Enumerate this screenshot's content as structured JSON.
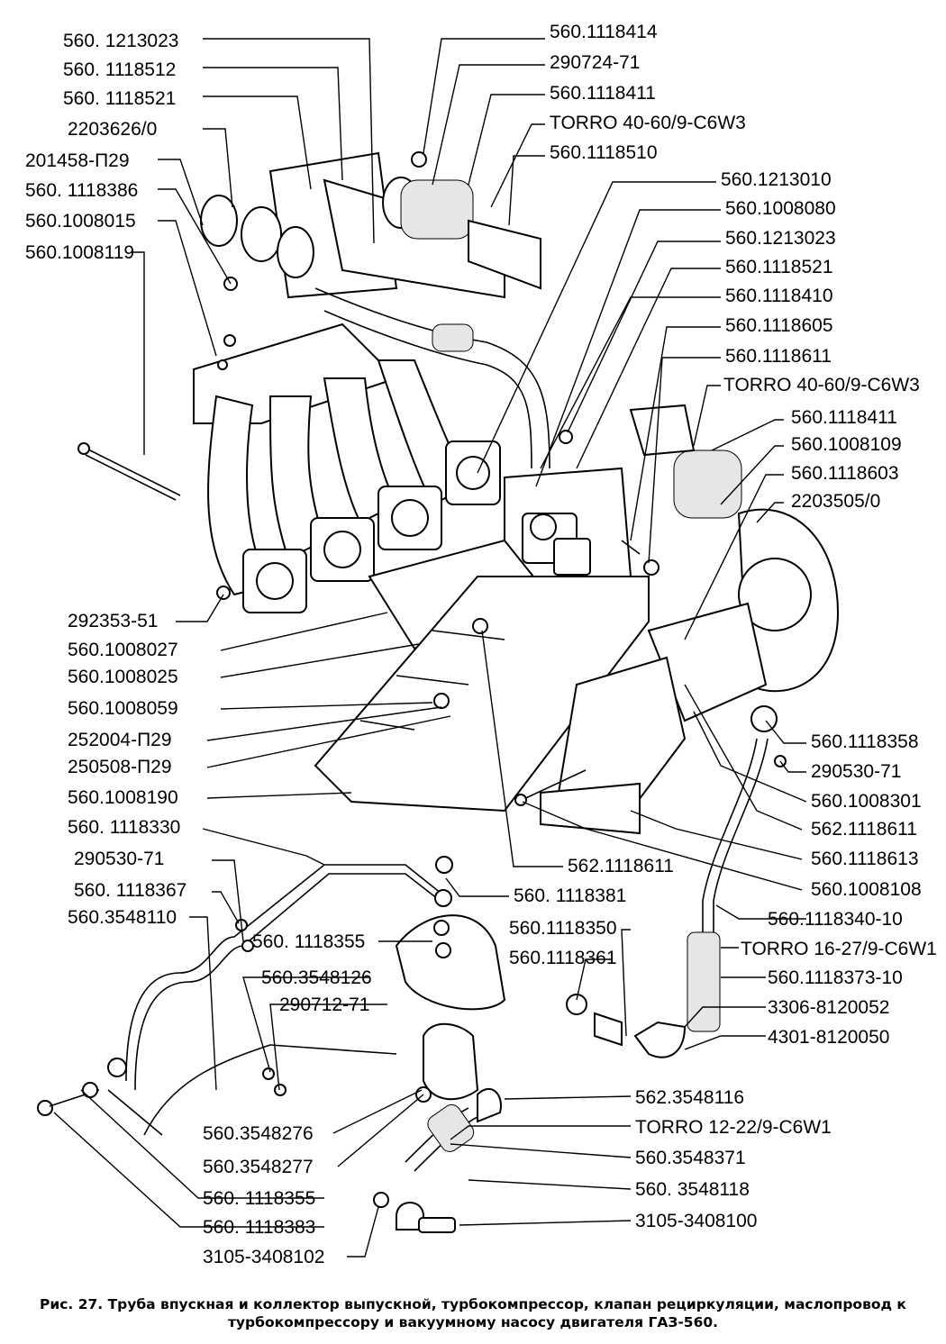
{
  "labels": [
    {
      "id": "l1",
      "text": "560. 1213023"
    },
    {
      "id": "l2",
      "text": "560. 1118512"
    },
    {
      "id": "l3",
      "text": "560. 1118521"
    },
    {
      "id": "l4",
      "text": "2203626/0"
    },
    {
      "id": "l5",
      "text": "201458-П29"
    },
    {
      "id": "l6",
      "text": "560. 1118386"
    },
    {
      "id": "l7",
      "text": "560.1008015"
    },
    {
      "id": "l8",
      "text": "560.1008119"
    },
    {
      "id": "r1",
      "text": "560.1118414"
    },
    {
      "id": "r2",
      "text": "290724-71"
    },
    {
      "id": "r3",
      "text": "560.1118411"
    },
    {
      "id": "r4",
      "text": "TORRO 40-60/9-C6W3"
    },
    {
      "id": "r5",
      "text": "560.1118510"
    },
    {
      "id": "r6",
      "text": "560.1213010"
    },
    {
      "id": "r7",
      "text": "560.1008080"
    },
    {
      "id": "r8",
      "text": "560.1213023"
    },
    {
      "id": "r9",
      "text": "560.1118521"
    },
    {
      "id": "r10",
      "text": "560.1118410"
    },
    {
      "id": "r11",
      "text": "560.1118605"
    },
    {
      "id": "r12",
      "text": "560.1118611"
    },
    {
      "id": "r13",
      "text": "TORRO 40-60/9-C6W3"
    },
    {
      "id": "r14",
      "text": "560.1118411"
    },
    {
      "id": "r15",
      "text": "560.1008109"
    },
    {
      "id": "r16",
      "text": "560.1118603"
    },
    {
      "id": "r17",
      "text": "2203505/0"
    },
    {
      "id": "m1",
      "text": "292353-51"
    },
    {
      "id": "m2",
      "text": "560.1008027"
    },
    {
      "id": "m3",
      "text": "560.1008025"
    },
    {
      "id": "m4",
      "text": "560.1008059"
    },
    {
      "id": "m5",
      "text": "252004-П29"
    },
    {
      "id": "m6",
      "text": "250508-П29"
    },
    {
      "id": "m7",
      "text": "560.1008190"
    },
    {
      "id": "m8",
      "text": "560.1118358"
    },
    {
      "id": "m9",
      "text": "290530-71"
    },
    {
      "id": "m10",
      "text": "560.1008301"
    },
    {
      "id": "m11",
      "text": "562.1118611"
    },
    {
      "id": "m12",
      "text": "560.1118613"
    },
    {
      "id": "m13",
      "text": "560.1008108"
    },
    {
      "id": "m14",
      "text": "562.1118611"
    },
    {
      "id": "b1",
      "text": "560. 1118330"
    },
    {
      "id": "b2",
      "text": "290530-71"
    },
    {
      "id": "b3",
      "text": "560. 1118367"
    },
    {
      "id": "b4",
      "text": "560.3548110"
    },
    {
      "id": "b5",
      "text": "560. 1118381"
    },
    {
      "id": "b6",
      "text": "560.1118350"
    },
    {
      "id": "b7",
      "text": "560.1118361"
    },
    {
      "id": "b8",
      "text": "560. 1118355"
    },
    {
      "id": "b9",
      "text": "560.3548126"
    },
    {
      "id": "b10",
      "text": "290712-71"
    },
    {
      "id": "b11",
      "text": "560.1118340-10"
    },
    {
      "id": "b12",
      "text": "TORRO 16-27/9-C6W1"
    },
    {
      "id": "b13",
      "text": "560.1118373-10"
    },
    {
      "id": "b14",
      "text": "3306-8120052"
    },
    {
      "id": "b15",
      "text": "4301-8120050"
    },
    {
      "id": "b16",
      "text": "562.3548116"
    },
    {
      "id": "b17",
      "text": "TORRO 12-22/9-C6W1"
    },
    {
      "id": "b18",
      "text": "560.3548371"
    },
    {
      "id": "b19",
      "text": "560. 3548118"
    },
    {
      "id": "b20",
      "text": "3105-3408100"
    },
    {
      "id": "b21",
      "text": "560.3548276"
    },
    {
      "id": "b22",
      "text": "560.3548277"
    },
    {
      "id": "b23",
      "text": "560. 1118355"
    },
    {
      "id": "b24",
      "text": "560. 1118383"
    },
    {
      "id": "b25",
      "text": "3105-3408102"
    }
  ],
  "caption": {
    "line1": "Рис. 27. Труба впускная и коллектор выпускной, турбокомпрессор, клапан рециркуляции, маслопровод к",
    "line2": "турбокомпрессору и вакуумному насосу двигателя ГАЗ-560."
  }
}
